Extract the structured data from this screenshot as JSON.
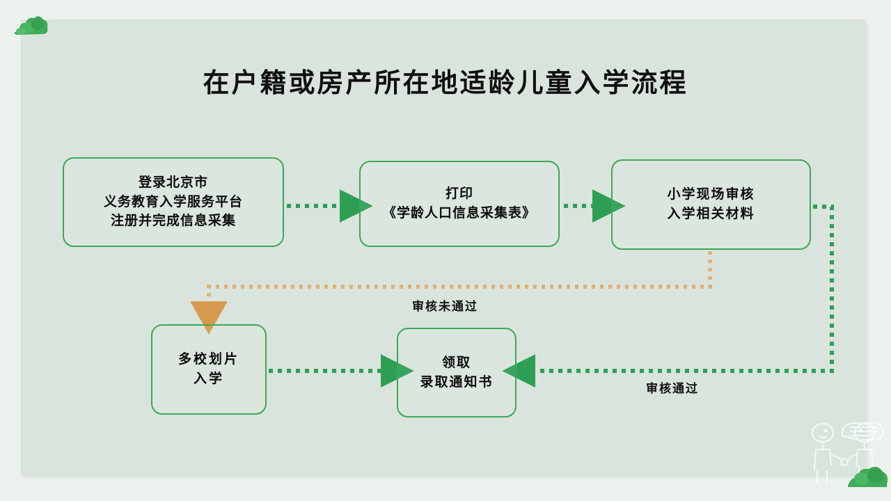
{
  "slide": {
    "title": "在户籍或房产所在地适龄儿童入学流程",
    "background_color": "#edf1ee",
    "panel_color": "#d9e5dc",
    "accent_color": "#3aa856",
    "alt_accent_color": "#e3a858"
  },
  "decorations": {
    "bush_top_left": "bush-icon",
    "bush_bottom_right": "bush-icon",
    "handshake_people": "people-handshake-icon"
  },
  "flowchart": {
    "type": "flowchart",
    "nodes": [
      {
        "id": "register",
        "lines": [
          "登录北京市",
          "义务教育入学服务平台",
          "注册并完成信息采集"
        ],
        "line1": "登录北京市",
        "line2": "义务教育入学服务平台",
        "line3": "注册并完成信息采集"
      },
      {
        "id": "print",
        "lines": [
          "打印",
          "《学龄人口信息采集表》"
        ],
        "line1": "打印",
        "line2": "《学龄人口信息采集表》"
      },
      {
        "id": "review",
        "lines": [
          "小学现场审核",
          "入学相关材料"
        ],
        "line1": "小学现场审核",
        "line2": "入学相关材料"
      },
      {
        "id": "multi-school",
        "lines": [
          "多校划片",
          "入学"
        ],
        "line1": "多校划片",
        "line2": "入学"
      },
      {
        "id": "letter",
        "lines": [
          "领取",
          "录取通知书"
        ],
        "line1": "领取",
        "line2": "录取通知书"
      }
    ],
    "edges": [
      {
        "id": "register-to-print",
        "from": "register",
        "to": "print",
        "label": "",
        "color": "#3aa856",
        "style": "dotted"
      },
      {
        "id": "print-to-review",
        "from": "print",
        "to": "review",
        "label": "",
        "color": "#3aa856",
        "style": "dotted"
      },
      {
        "id": "review-to-multi-school",
        "from": "review",
        "to": "multi-school",
        "label": "审核未通过",
        "color": "#e3a858",
        "style": "dotted"
      },
      {
        "id": "multi-school-to-letter",
        "from": "multi-school",
        "to": "letter",
        "label": "",
        "color": "#3aa856",
        "style": "dotted"
      },
      {
        "id": "review-to-letter",
        "from": "review",
        "to": "letter",
        "label": "审核通过",
        "color": "#3aa856",
        "style": "dotted"
      }
    ],
    "labels": {
      "fail": "审核未通过",
      "pass": "审核通过"
    }
  }
}
